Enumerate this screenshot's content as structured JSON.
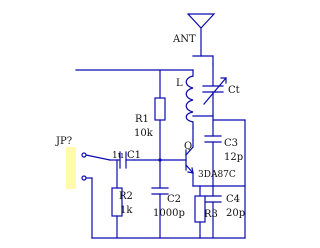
{
  "schematic": {
    "antenna_label": "ANT",
    "connector_label": "JP?",
    "inductor_label": "L",
    "trimmer_label": "Ct",
    "r1": {
      "name": "R1",
      "value": "10k"
    },
    "r2": {
      "name": "R2",
      "value": "1k"
    },
    "r3": {
      "name": "R3"
    },
    "c1": {
      "name": "C1",
      "value": "1u"
    },
    "c2": {
      "name": "C2",
      "value": "1000p"
    },
    "c3": {
      "name": "C3",
      "value": "12p"
    },
    "c4": {
      "name": "C4",
      "value": "20p"
    },
    "transistor": {
      "ref": "Q",
      "part": "3DA87C"
    }
  },
  "colors": {
    "wire": "#0b0bb0",
    "connector_fill": "#fffba8",
    "text": "#111111"
  }
}
